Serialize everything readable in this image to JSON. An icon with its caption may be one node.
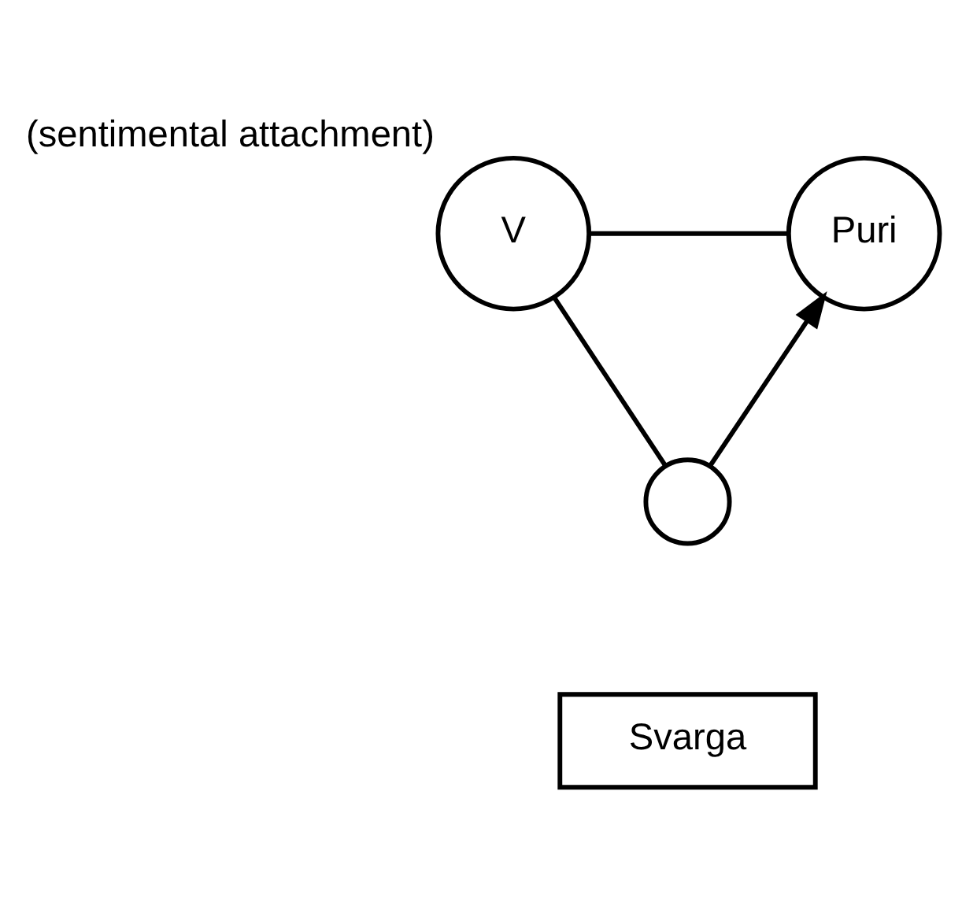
{
  "diagram": {
    "nodes": [
      {
        "text": [
          "V"
        ],
        "beside": [
          "(sentimental attachment)"
        ]
      },
      {
        "text": [
          "Puri"
        ]
      },
      {
        "text": [],
        "shape": "circle"
      },
      {
        "text": [
          "Svarga"
        ]
      }
    ],
    "edges": [
      {
        "from": 0,
        "to": 1,
        "arrow": "none"
      },
      {
        "from": 0,
        "to": 2,
        "arrow": "none"
      },
      {
        "from": 2,
        "to": 1,
        "arrow": "to"
      }
    ]
  }
}
